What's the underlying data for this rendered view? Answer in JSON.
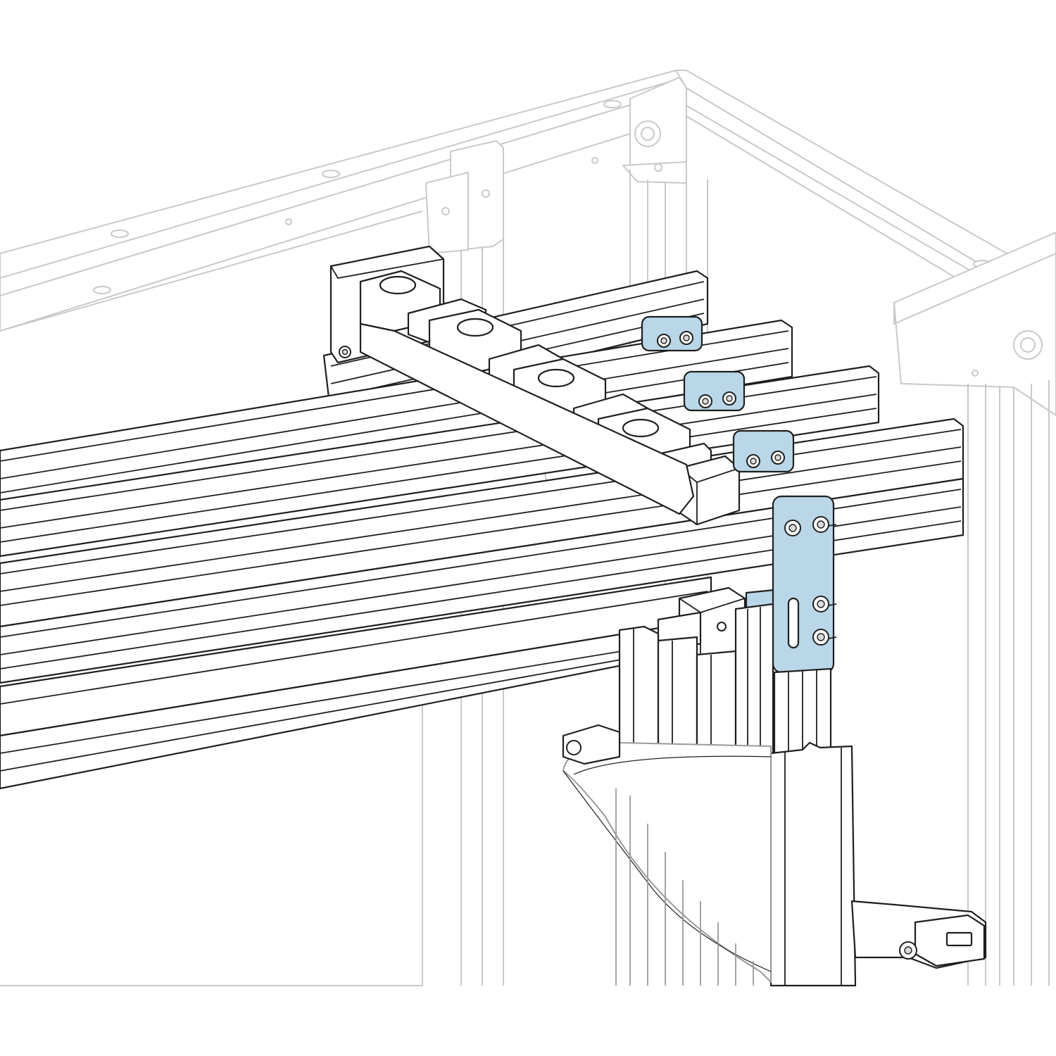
{
  "colors": {
    "link_fill": "#b9d7e8",
    "line": "#1f1f1f",
    "ghost": "#c9c9c9",
    "background": "#ffffff"
  },
  "parts": {
    "frame": "enclosure-frame",
    "busbars": "horizontal-busbars",
    "supports": "busbar-supports",
    "links": "busbar-connection-links",
    "droppers": "vertical-droppers",
    "base_support": "dropper-base-support"
  }
}
